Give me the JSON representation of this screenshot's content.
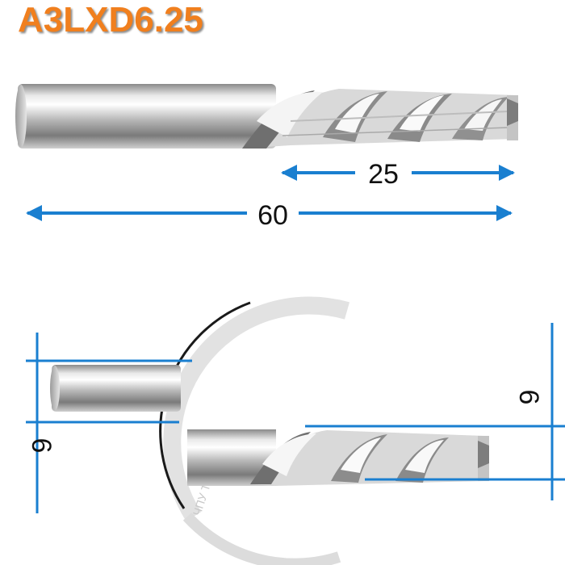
{
  "title": "A3LXD6.25",
  "watermark": "ЧПУ Технологии",
  "dimensions": {
    "flute_length": "25",
    "total_length": "60",
    "shank_diameter": "6",
    "cutting_diameter": "6"
  },
  "colors": {
    "title": "#f07f1e",
    "dimension_line": "#1a7fd0",
    "text": "#111111"
  }
}
